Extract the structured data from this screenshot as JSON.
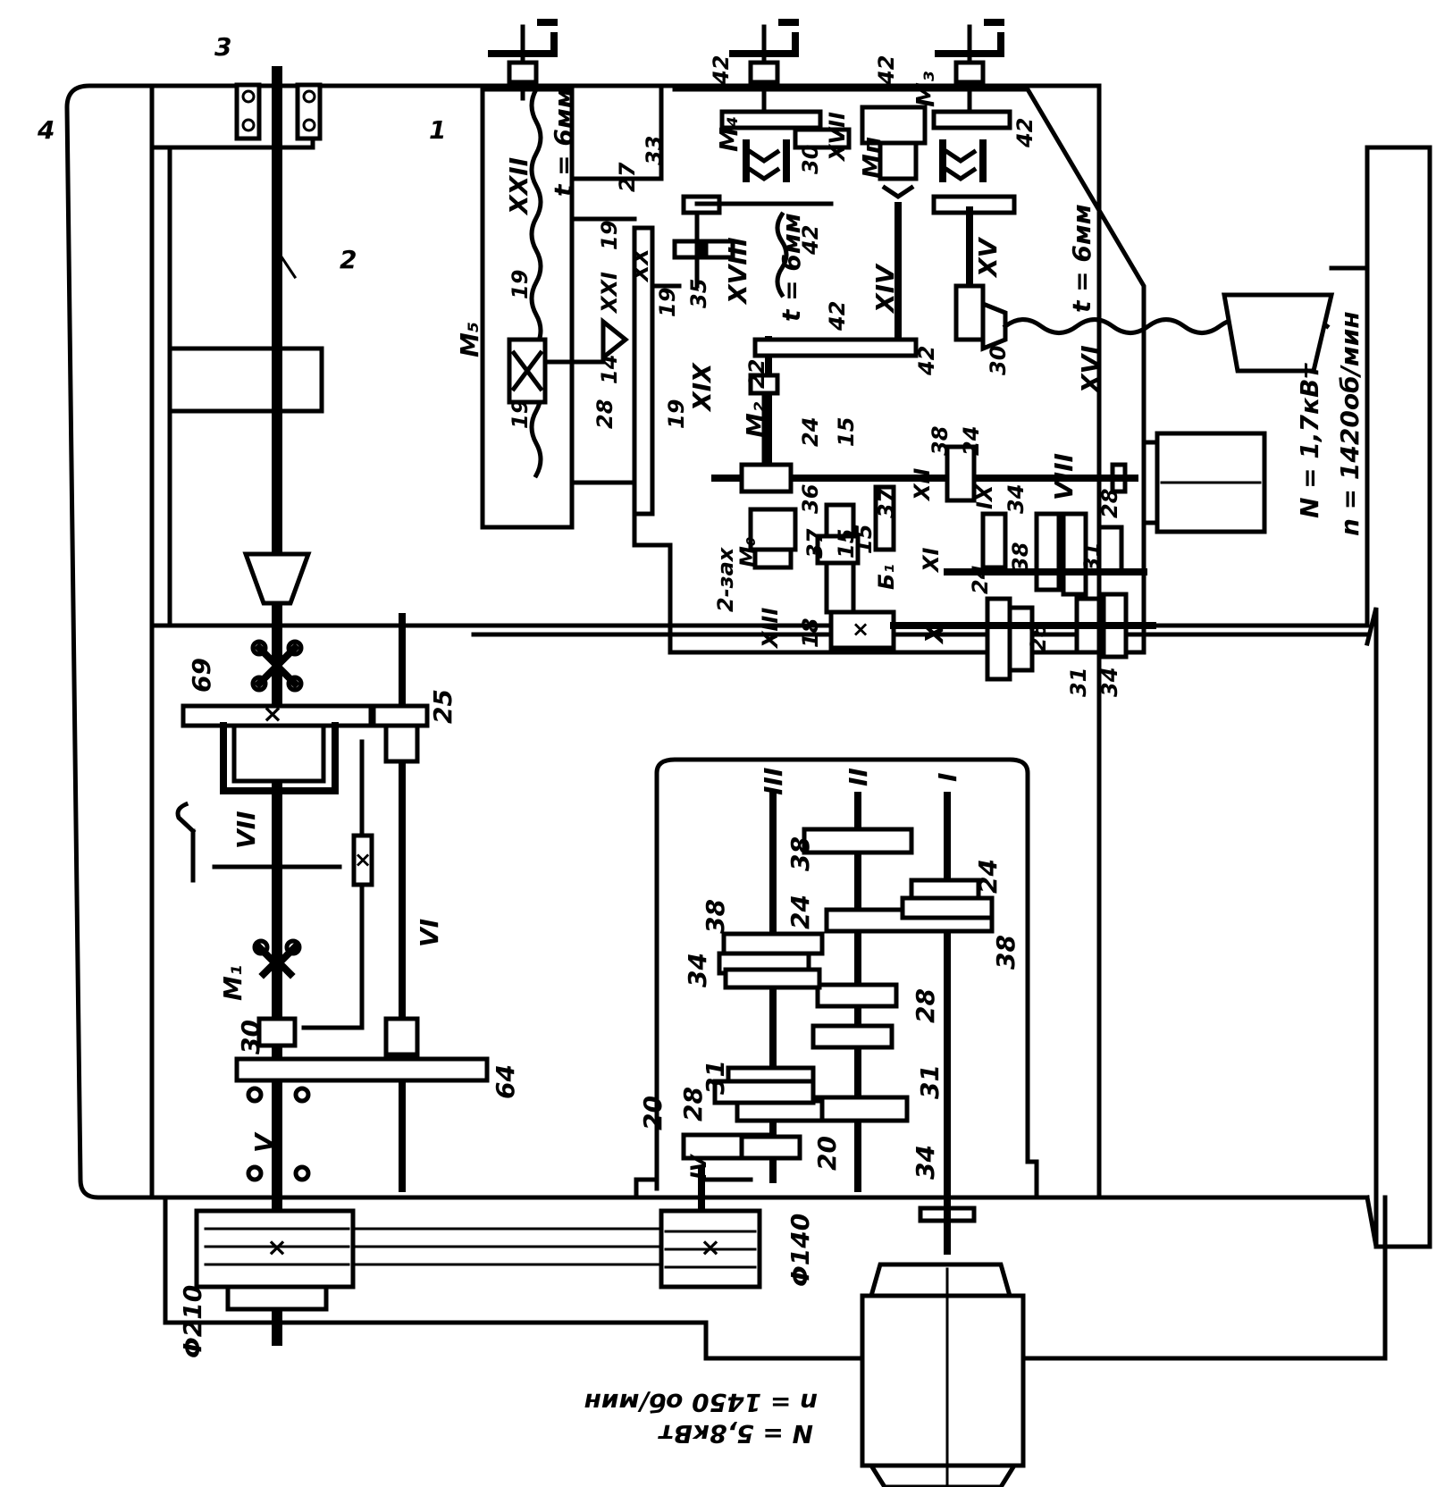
{
  "labels": {
    "ref_1": "1",
    "ref_2": "2",
    "ref_3": "3",
    "ref_4": "4",
    "motor_main_power": "N = 5,8кВт",
    "motor_main_speed": "n = 1450 об/мин",
    "motor_feed_power": "N = 1,7кВт",
    "motor_feed_speed": "n = 1420об/мин",
    "pulley_large": "Φ210",
    "pulley_small": "Φ140",
    "pitch_1": "t = 6мм",
    "pitch_2": "t = 6мм",
    "pitch_3": "t = 6мм",
    "two_start": "2-зах",
    "shaft_I": "I",
    "shaft_II": "II",
    "shaft_III": "III",
    "shaft_IV": "IV",
    "shaft_V": "V",
    "shaft_VI": "VI",
    "shaft_VII": "VII",
    "shaft_VIII": "VIII",
    "shaft_IX": "IX",
    "shaft_X": "X",
    "shaft_XI": "XI",
    "shaft_XII": "XII",
    "shaft_XIII": "XIII",
    "shaft_XIV": "XIV",
    "shaft_XV": "XV",
    "shaft_XVI": "XVI",
    "shaft_XVII": "XVII",
    "shaft_XVIII": "XVIII",
    "shaft_XIX": "XIX",
    "shaft_XX": "XX",
    "shaft_XXI": "XXI",
    "shaft_XXII": "XXII",
    "clutch_M1": "M₁",
    "clutch_M2": "M₂",
    "clutch_M3": "M₃",
    "clutch_M4": "M₄",
    "clutch_M5": "M₅",
    "clutch_Mn": "Mп",
    "clutch_M0": "M₀",
    "brake_B1": "Б₁",
    "z69": "69",
    "z25": "25",
    "z30": "30",
    "z64": "64",
    "g38a": "38",
    "g24a": "24",
    "g38b": "38",
    "g24b": "24",
    "g34a": "34",
    "g38c": "38",
    "g24c": "24",
    "g28a": "28",
    "g31a": "31",
    "g31b": "31",
    "g28b": "28",
    "g34b": "34",
    "g20a": "20",
    "g20b": "20",
    "f42a": "42",
    "f42b": "42",
    "f42c": "42",
    "f42d": "42",
    "f42e": "42",
    "f42f": "42",
    "f30a": "30",
    "f30b": "30",
    "f33": "33",
    "f27": "27",
    "f19a": "19",
    "f35": "35",
    "f19b": "19",
    "f19c": "19",
    "f19d": "19",
    "f14": "14",
    "f28a": "28",
    "f19e": "19",
    "f22": "22",
    "f15a": "15",
    "f24a": "24",
    "f24b": "24",
    "f38a": "38",
    "f36": "36",
    "f37a": "37",
    "f15b": "15",
    "f37b": "37",
    "f15c": "15",
    "f34a": "34",
    "f28b": "28",
    "f38b": "38",
    "f31a": "31",
    "f24c": "24",
    "f18": "18",
    "f28c": "28",
    "f31b": "31",
    "f34b": "34"
  }
}
